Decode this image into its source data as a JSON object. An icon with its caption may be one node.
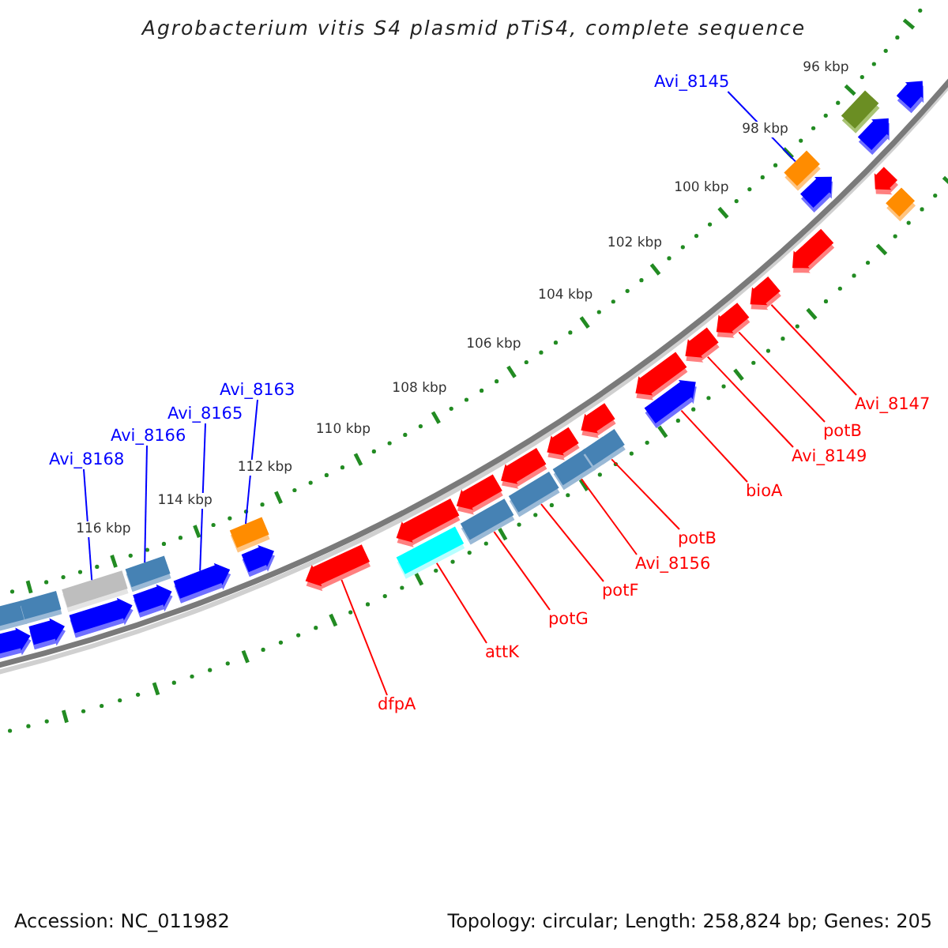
{
  "diagram": {
    "title": "Agrobacterium vitis S4 plasmid pTiS4, complete sequence",
    "nodes": [
      {
        "text": [
          "Avi_8145"
        ]
      },
      {
        "text": [
          "Avi_8168"
        ]
      },
      {
        "text": [
          "Avi_8166"
        ]
      },
      {
        "text": [
          "Avi_8165"
        ]
      },
      {
        "text": [
          "Avi_8163"
        ]
      },
      {
        "text": [
          "dfpA"
        ]
      },
      {
        "text": [
          "attK"
        ]
      },
      {
        "text": [
          "potG"
        ]
      },
      {
        "text": [
          "potF"
        ]
      },
      {
        "text": [
          "Avi_8156"
        ]
      },
      {
        "text": [
          "potB"
        ]
      },
      {
        "text": [
          "bioA"
        ]
      },
      {
        "text": [
          "Avi_8149"
        ]
      },
      {
        "text": [
          "potB"
        ]
      },
      {
        "text": [
          "Avi_8147"
        ]
      },
      {
        "text": [],
        "shape": "box"
      },
      {
        "text": [],
        "shape": "pentagon"
      },
      {
        "text": [],
        "shape": "box"
      },
      {
        "text": [],
        "shape": "pentagon"
      },
      {
        "text": [],
        "shape": "box"
      },
      {
        "text": [],
        "shape": "pentagon"
      },
      {
        "text": [],
        "shape": "box"
      },
      {
        "text": [],
        "shape": "pentagon"
      },
      {
        "text": [],
        "shape": "pentagon"
      },
      {
        "text": [],
        "shape": "box"
      },
      {
        "text": [],
        "shape": "pentagon"
      },
      {
        "text": [],
        "shape": "pentagon"
      },
      {
        "text": [],
        "shape": "pentagon"
      },
      {
        "text": [],
        "shape": "box"
      },
      {
        "text": [],
        "shape": "pentagon"
      },
      {
        "text": [],
        "shape": "box"
      },
      {
        "text": [],
        "shape": "pentagon"
      },
      {
        "text": [],
        "shape": "box"
      },
      {
        "text": [],
        "shape": "pentagon"
      },
      {
        "text": [],
        "shape": "box"
      },
      {
        "text": [],
        "shape": "pentagon"
      },
      {
        "text": [],
        "shape": "box"
      },
      {
        "text": [],
        "shape": "pentagon"
      },
      {
        "text": [],
        "shape": "pentagon"
      },
      {
        "text": [],
        "shape": "pentagon"
      },
      {
        "text": [],
        "shape": "pentagon"
      },
      {
        "text": [],
        "shape": "pentagon"
      },
      {
        "text": [],
        "shape": "box"
      },
      {
        "text": [],
        "shape": "pentagon"
      },
      {
        "text": [],
        "shape": "pentagon"
      },
      {
        "text": [],
        "shape": "box"
      },
      {
        "text": [],
        "shape": "pentagon"
      },
      {
        "text": [],
        "shape": "pentagon"
      },
      {
        "text": [],
        "shape": "box"
      },
      {
        "text": [],
        "shape": "pentagon"
      }
    ],
    "edges": [
      {
        "from": 0,
        "to": 42,
        "arrow": "none",
        "color": "#0000ff"
      },
      {
        "from": 1,
        "to": 19,
        "arrow": "none",
        "color": "#0000ff"
      },
      {
        "from": 2,
        "to": 21,
        "arrow": "none",
        "color": "#0000ff"
      },
      {
        "from": 3,
        "to": 23,
        "arrow": "none",
        "color": "#0000ff"
      },
      {
        "from": 4,
        "to": 24,
        "arrow": "none",
        "color": "#0000ff"
      },
      {
        "from": 5,
        "to": 26,
        "arrow": "none"
      },
      {
        "from": 6,
        "to": 28,
        "arrow": "none"
      },
      {
        "from": 7,
        "to": 30,
        "arrow": "none"
      },
      {
        "from": 8,
        "to": 32,
        "arrow": "none"
      },
      {
        "from": 9,
        "to": 34,
        "arrow": "none"
      },
      {
        "from": 10,
        "to": 36,
        "arrow": "none"
      },
      {
        "from": 11,
        "to": 38,
        "arrow": "none"
      },
      {
        "from": 12,
        "to": 39,
        "arrow": "none"
      },
      {
        "from": 13,
        "to": 40,
        "arrow": "none"
      },
      {
        "from": 14,
        "to": 41,
        "arrow": "none"
      }
    ],
    "labels": [
      "96 kbp",
      "98 kbp",
      "100 kbp",
      "102 kbp",
      "104 kbp",
      "106 kbp",
      "108 kbp",
      "110 kbp",
      "112 kbp",
      "114 kbp",
      "116 kbp",
      "Accession: NC_011982",
      "Topology: circular; Length: 258,824 bp; Genes: 205"
    ]
  }
}
